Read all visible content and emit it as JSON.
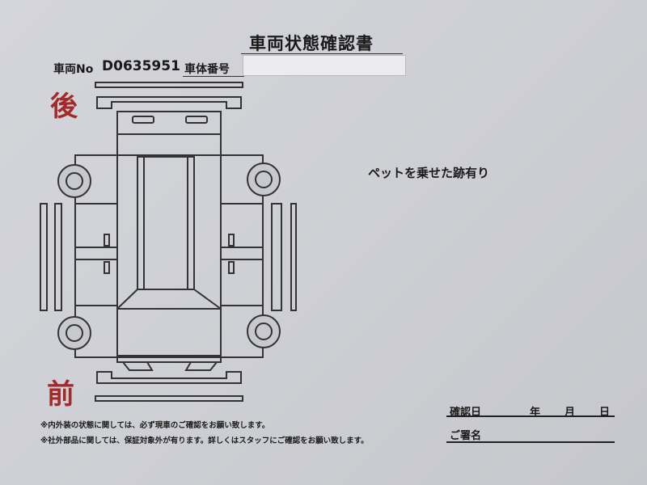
{
  "document": {
    "title": "車両状態確認書",
    "vehicle_no_label": "車両No",
    "vehicle_no": "D0635951",
    "chassis_no_label": "車体番号",
    "rear_label": "後",
    "front_label": "前",
    "note": "ペットを乗せた跡有り",
    "footnotes": [
      "※内外装の状態に関しては、必ず現車のご確認をお願い致します。",
      "※社外部品に関しては、保証対象外が有ります。詳しくはスタッフにご確認をお願い致します。"
    ],
    "confirm_date_label": "確認日",
    "year_label": "年",
    "month_label": "月",
    "day_label": "日",
    "signature_label": "ご署名"
  }
}
